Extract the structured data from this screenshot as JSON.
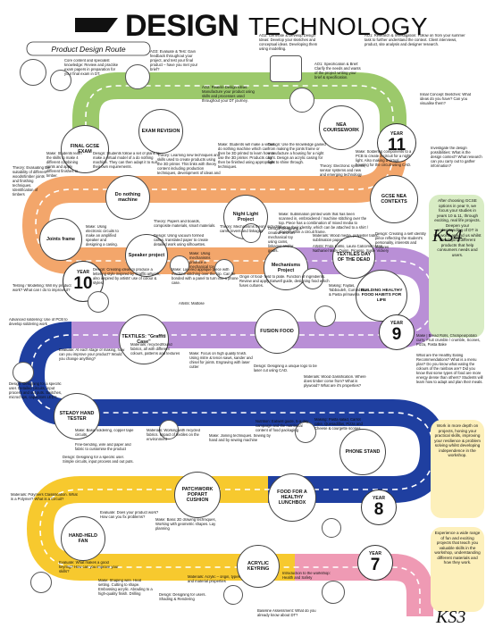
{
  "header": {
    "title_bold": "DESIGN",
    "title_rest": "TECHNOLOGY",
    "route": "Product Design Route",
    "ks4": "KS4",
    "ks3": "KS3"
  },
  "colors": {
    "green": "#9cc96b",
    "orange": "#f3a66b",
    "purple": "#b98fd6",
    "blue": "#1f3fa0",
    "yellow": "#f7c92e",
    "pink": "#ef9ab4",
    "lightgreen": "#d8ecc4",
    "lightyellow": "#fdf0bb"
  },
  "stops": {
    "final_exam": "FINAL GCSE EXAM",
    "exam_revision": "EXAM REVISION",
    "nea": "NEA COURSEWORK",
    "do_nothing": "Do nothing machine",
    "night_light": "Night Light Project",
    "gcse_nea": "GCSE NEA CONTEXTS",
    "joints": "Joints frame",
    "speaker": "Speaker project",
    "mechanisms": "Mechanisms Project",
    "day_dead": "TEXTILES DAY OF THE DEAD",
    "healthy": "BUILDING HEALTHY FOOD HABITS FOR LIFE",
    "textiles_graffiti": "TEXTILES: \"Graffiti Case\"",
    "fusion": "FUSION FOOD",
    "steady_hand": "STEADY HAND TESTER",
    "phone_stand": "PHONE STAND",
    "patchwork": "PATCHWORK POPART CUSHION",
    "lunchbox": "FOOD FOR A HEALTHY LUNCHBOX",
    "hand_held": "HAND-HELD FAN",
    "acrylic": "ACRYLIC KEYRING"
  },
  "years": {
    "label": "YEAR",
    "y11": "11",
    "y10": "10",
    "y9": "9",
    "y8": "8",
    "y7": "7"
  },
  "side": {
    "ks4_box": "After choosing GCSE options in year 9, we focus your studies in years 10 & 11, through exciting, real life projects. Deepen your understanding of DT in the world around us whilst developing different products that help consumers needs and users.",
    "ks3_box1": "Work in more depth on projects, honing your practical skills, improving your resilience & problem solving whilst developing independence in the workshop.",
    "ks3_box2": "Experience a wide range of fun and exciting projects that teach you valuable skills in the workshop, understanding different materials and how they work."
  },
  "texts": {
    "t1": "Core content and specialist knowledge: Review and practise exam papers in preparation for your final exam in DT.",
    "t2": "AO3: Evaluate & Test: Gain feedback throughout your project, and test your final product – have you met your brief?",
    "t3": "AO2: Realise Design Ideas: Manufacture your product using skills and processes used throughout your DT journey.",
    "t4": "AO2: Generate & Develop Design Ideas: Develop your sketches and conceptual ideas. Developing them using modelling.",
    "t5": "AO1: Specification & Brief: Clarify the needs and wants of the project writing your brief & specification.",
    "t6": "AO1: Research & Investigation: Follow on from your summer task to further understand the context. Client interviews, product, site analysis and designer research.",
    "t7": "Initial Concept Sketches: What ideas do you have? Can you visualise them?",
    "t8": "Investigate the design possibilities: What is the design context? What research can you carry out to gather information?",
    "t9": "Make: Students learn the skills to make 4 different combining joints and apply different finishes to timber.",
    "t10": "Design: Students follow a set of plans to make a virtual model of a do nothing machine. They can then adapt it to suit their own requirements.",
    "t11": "Theory: Learning new techniques and skills used to create products using the 3D printer. This links with theory content including production techniques, development of ideas and",
    "t12": "Make: Students will make a virtual do nothing machine which can then be 3D printed to learn how to use the 3D printer. Products can then be finished using appropriate techniques.",
    "t13": "Design: Use the knowledge gained from making the joints frame or manufacture a housing for a night light. Design an acrylic casing for light to shine through.",
    "t14": "Theory: Electronic systems, sensor systems and new and emerging technology",
    "t15": "Make: Soldering components to a PCB to create a circuit for a night light. Also making a virtual housing for the circuit using CAD.",
    "t16": "Theory: Evaluating the suitability of different woods/timber joints and finishing techniques. Identification of timbers",
    "t17": "Theory: Papers and boards, composite materials, smart materials.",
    "t18": "Design: Using vacuum formed cases, translated paper to create detailed work using silhouettes.",
    "t19": "Theory: Mechanisms theory including cams, levers and linkages",
    "t20": "Make: Sublimation printed work that has been scanned in, embroidered / machine stitching over the top. Piece has a combination of mixed media to portray their identity, which can be attached to a shirt / placed within a circuit frame.",
    "t21": "Materials: Wood media, polyester fabric, sublimation paper.",
    "t22": "Artists: Frida Kahlo, Laura Catcomen-Man, Nathaniel Mary Quinn, Picasso, Susie Vickery",
    "t23": "Design: Creating a self identity piece reflecting the student's personality, interests and features",
    "t24": "Make: Using electronic circuits to make an amplified speaker and designing a casing.",
    "t25": "Make: Using mechanisms produce a mechanical toy",
    "t26": "Design: Designing a creative and fun mechanical toy using cams, linkages and/or gears.",
    "t27": "Making: Fajitas, Tabbouleh, Curried rice & Pasta primavera",
    "t28": "Make | Bread Rolls, Chickpea/potato curry, Fruit crumble / crumble, Scones, Pizza, Pasta Bake",
    "t29": "What are the Healthy Eating Recommendations? What is a menu plan? Do you know what eating the colours of the rainbow are? Did you know that some types of food are more energy dense than others? Students will learn how to adapt and plan their meals.",
    "t30": "Testing / Modelling: Will my product work? What can I do to improve it?",
    "t31": "Design: Creating ideas to produce a lettering style inspired by Graffiti artwork, also inspired by artists' use of colour & styles.",
    "t32": "Make: Layered appliqué piece with machine stitching over the top. Can be bonded with a panel to turn into a phone case.",
    "t33": "Artists: Mattose",
    "t34": "Origin of food- field to plate. Function of ingredients. Review and apply Eatwell guide, designing food which fuses cultures.",
    "t35": "Advanced soldering: Use of PCB to develop soldering work",
    "t36": "Evaluate: At each stage of making, how can you improve your product? Would you change anything?",
    "t37": "Materials: recycled/found fabrics, all with different colours, patterns and textures",
    "t38": "Make: Focus on high quality finish. Using mitre & tenon saws, sander and chisel for joints. Engraving with laser cutter",
    "t39": "Design: Designing a unique logo to be laser cut using CAD.",
    "t40": "Materials: Wood classification. Where does timber come from? What is plywood? What are it's properties?",
    "t41": "Design: Designing for a specific user. Detailed circuits, input process and out puts. Switches, microchips, capacitors LED's",
    "t42": "Make: Basic soldering, copper tape circuits.",
    "t43": "Fine-bending, wire and paper and fabric to customise the product",
    "t44": "Design: Designing for a specific user. Simple circuits, input process and out puts.",
    "t45": "Materials: Working with recycled fabrics. Impact of textiles on the environment",
    "t46": "Make: Joining techniques. Sewing by hand and by sewing machine",
    "t47": "Nutrition: Eatwell guide, 5-a-day campaign and the nutritional content of food packaging",
    "t48": "Making: Pasta salad, Carrot cake, Quesadillas, Pizza and Cheese & courgette scones",
    "t49": "Materials: Polymers Classification. What is a Polymer? What is a Circuit?",
    "t50": "Evaluate: Does your product work? How can you fix problems?",
    "t51": "Make: Basic 2D drawing techniques, Working with geometric shapes. Lay planning",
    "t52": "Evaluate: What makes a good keyring? How can you improve your skills?",
    "t53": "Make: Shaping wire. Heat setting. Cutting to shape. Embossing acrylic. Abrading to a high-quality finish. Drilling",
    "t54": "Design: Designing for users. Shading & Rendering",
    "t55": "Materials: Acrylic – origin, types and material properties",
    "t56": "Introduction to the workshop: Health and Safety",
    "t57": "Baseline Assessment: What do you already know about DT?"
  }
}
